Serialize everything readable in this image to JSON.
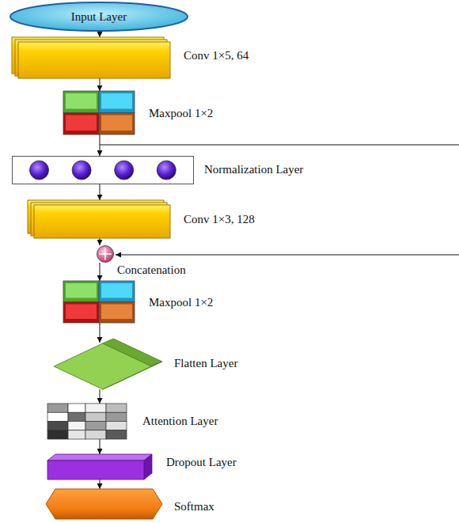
{
  "diagram": {
    "nodes": [
      {
        "text": [
          "Input Layer"
        ]
      },
      {
        "text": [
          "Conv 1×5, 64"
        ]
      },
      {
        "text": [
          "Maxpool 1×2"
        ]
      },
      {
        "text": [
          "Normalization Layer"
        ]
      },
      {
        "text": [
          "Conv 1×3, 128"
        ]
      },
      {
        "text": [
          "Concatenation"
        ]
      },
      {
        "text": [
          "Maxpool 1×2"
        ]
      },
      {
        "text": [
          "Flatten Layer"
        ]
      },
      {
        "text": [
          "Attention Layer"
        ]
      },
      {
        "text": [
          "Dropout Layer"
        ]
      },
      {
        "text": [
          "Softmax"
        ]
      }
    ],
    "edges": [
      {
        "from": 0,
        "to": 1,
        "arrow": "to"
      },
      {
        "from": 1,
        "to": 2,
        "arrow": "to"
      },
      {
        "from": 2,
        "to": 3,
        "arrow": "to"
      },
      {
        "from": 3,
        "to": 4,
        "arrow": "to"
      },
      {
        "from": 4,
        "to": 5,
        "arrow": "to"
      },
      {
        "from": 5,
        "to": 6,
        "arrow": "to"
      },
      {
        "from": 6,
        "to": 7,
        "arrow": "to"
      },
      {
        "from": 7,
        "to": 8,
        "arrow": "to"
      },
      {
        "from": 8,
        "to": 9,
        "arrow": "to"
      },
      {
        "from": 9,
        "to": 10,
        "arrow": "to"
      }
    ]
  }
}
